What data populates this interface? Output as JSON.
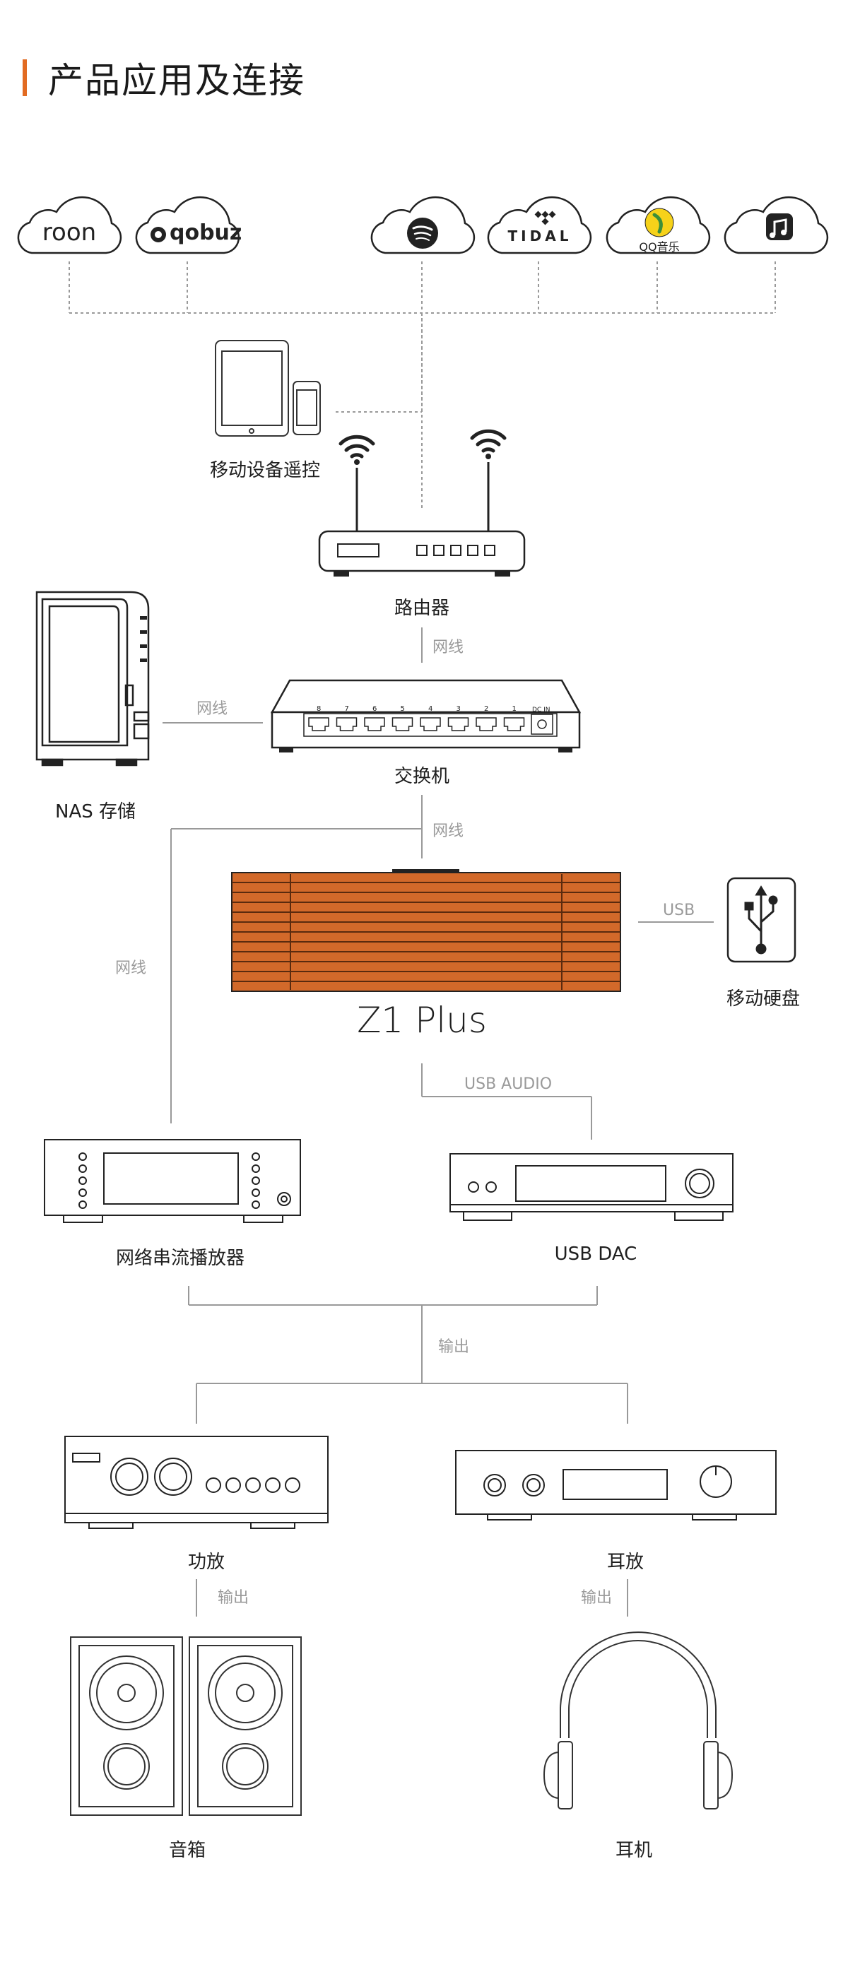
{
  "title": "产品应用及连接",
  "colors": {
    "accent": "#e26b22",
    "wood": "#d2692a",
    "line": "#999999",
    "stroke": "#222222"
  },
  "clouds": {
    "roon": "roon",
    "qobuz": "qobuz",
    "tidal": "TIDAL",
    "qq": "QQ音乐",
    "spotify_icon": "spotify-icon",
    "apple_music_icon": "music-note-icon"
  },
  "devices": {
    "mobile": "移动设备遥控",
    "router": "路由器",
    "switch": "交换机",
    "nas": "NAS 存储",
    "product": "Z1 Plus",
    "usb_drive": "移动硬盘",
    "streamer": "网络串流播放器",
    "usb_dac": "USB DAC",
    "amp": "功放",
    "headphone_amp": "耳放",
    "speakers": "音箱",
    "headphones": "耳机"
  },
  "connections": {
    "router_switch": "网线",
    "nas_switch": "网线",
    "switch_z1": "网线",
    "z1_streamer": "网线",
    "usb": "USB",
    "usb_audio": "USB AUDIO",
    "output_main": "输出",
    "output_amp": "输出",
    "output_hpamp": "输出"
  },
  "switch_ports": [
    "8",
    "7",
    "6",
    "5",
    "4",
    "3",
    "2",
    "1"
  ],
  "switch_dcin": "DC IN"
}
